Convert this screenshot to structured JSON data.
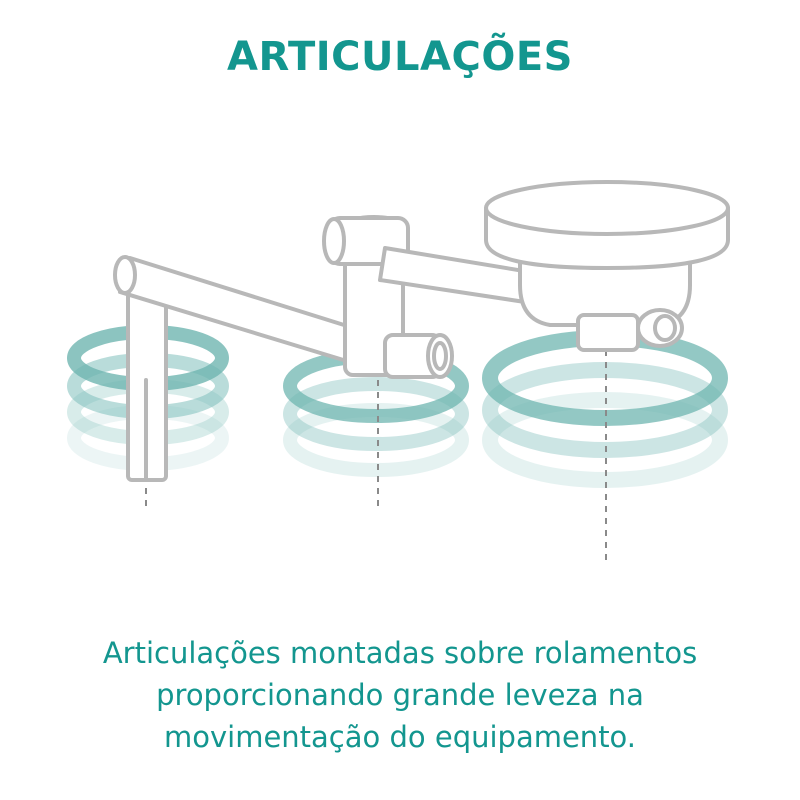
{
  "header": {
    "title": "ARTICULAÇÕES"
  },
  "caption": {
    "lines": [
      "Articulações montadas sobre rolamentos",
      "proporcionando grande leveza na",
      "movimentação do equipamento."
    ]
  },
  "illustration": {
    "subject": "articulated lamp arm with rotating joints",
    "ring_color": "#7fbfbb",
    "line_color": "#b8b8b8"
  },
  "colors": {
    "accent": "#13968f",
    "background": "#ffffff"
  }
}
